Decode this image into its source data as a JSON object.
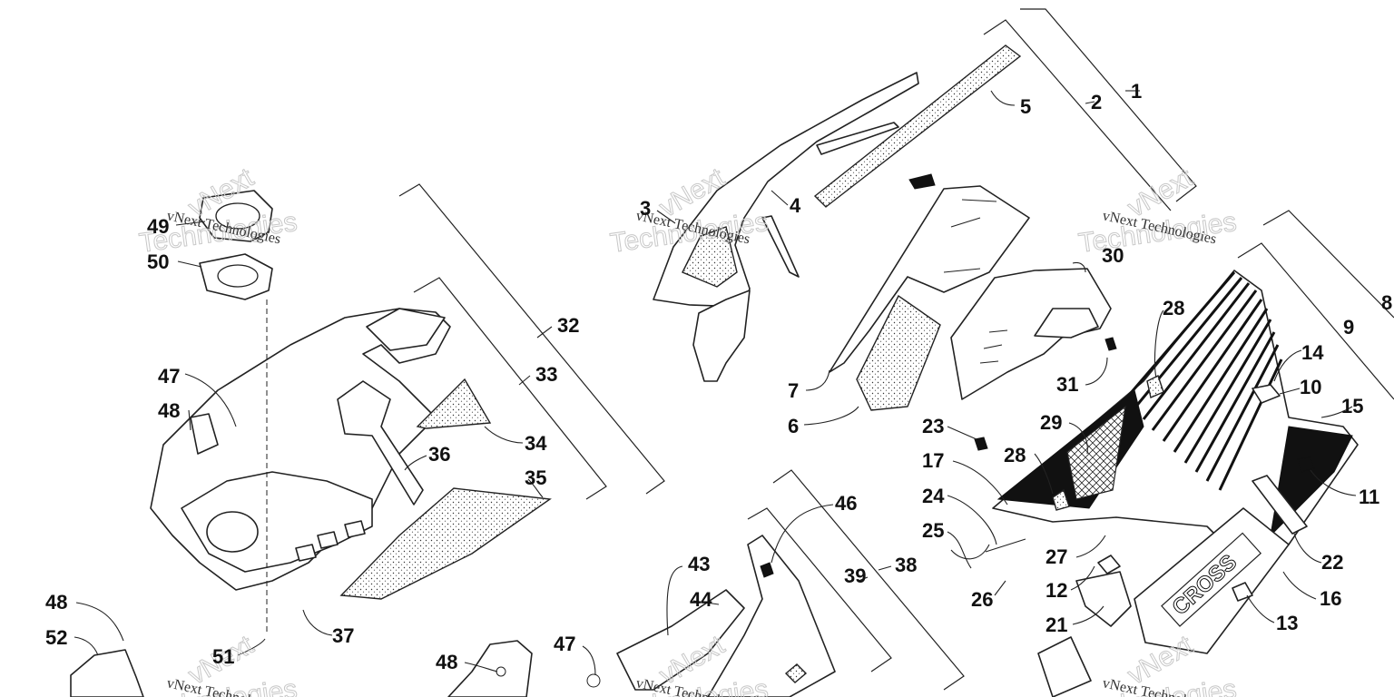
{
  "callouts": [
    {
      "id": "c1",
      "label": "1"
    },
    {
      "id": "c2",
      "label": "2"
    },
    {
      "id": "c3",
      "label": "3"
    },
    {
      "id": "c4",
      "label": "4"
    },
    {
      "id": "c5",
      "label": "5"
    },
    {
      "id": "c6",
      "label": "6"
    },
    {
      "id": "c7",
      "label": "7"
    },
    {
      "id": "c8",
      "label": "8"
    },
    {
      "id": "c9",
      "label": "9"
    },
    {
      "id": "c10",
      "label": "10"
    },
    {
      "id": "c11",
      "label": "11"
    },
    {
      "id": "c12",
      "label": "12"
    },
    {
      "id": "c13",
      "label": "13"
    },
    {
      "id": "c14",
      "label": "14"
    },
    {
      "id": "c15",
      "label": "15"
    },
    {
      "id": "c16",
      "label": "16"
    },
    {
      "id": "c17",
      "label": "17"
    },
    {
      "id": "c21",
      "label": "21"
    },
    {
      "id": "c22",
      "label": "22"
    },
    {
      "id": "c23",
      "label": "23"
    },
    {
      "id": "c24",
      "label": "24"
    },
    {
      "id": "c25",
      "label": "25"
    },
    {
      "id": "c26",
      "label": "26"
    },
    {
      "id": "c27",
      "label": "27"
    },
    {
      "id": "c28a",
      "label": "28"
    },
    {
      "id": "c28b",
      "label": "28"
    },
    {
      "id": "c29",
      "label": "29"
    },
    {
      "id": "c30",
      "label": "30"
    },
    {
      "id": "c31",
      "label": "31"
    },
    {
      "id": "c32",
      "label": "32"
    },
    {
      "id": "c33",
      "label": "33"
    },
    {
      "id": "c34",
      "label": "34"
    },
    {
      "id": "c35",
      "label": "35"
    },
    {
      "id": "c36",
      "label": "36"
    },
    {
      "id": "c37",
      "label": "37"
    },
    {
      "id": "c38",
      "label": "38"
    },
    {
      "id": "c39",
      "label": "39"
    },
    {
      "id": "c43",
      "label": "43"
    },
    {
      "id": "c44",
      "label": "44"
    },
    {
      "id": "c46",
      "label": "46"
    },
    {
      "id": "c47a",
      "label": "47"
    },
    {
      "id": "c47b",
      "label": "47"
    },
    {
      "id": "c48a",
      "label": "48"
    },
    {
      "id": "c48b",
      "label": "48"
    },
    {
      "id": "c48c",
      "label": "48"
    },
    {
      "id": "c49",
      "label": "49"
    },
    {
      "id": "c50",
      "label": "50"
    },
    {
      "id": "c51",
      "label": "51"
    },
    {
      "id": "c52",
      "label": "52"
    }
  ],
  "watermark": {
    "text": "vNext Technologies",
    "line1": "vNext",
    "line2": "Technologies"
  },
  "decal": {
    "text": "CROSS"
  }
}
